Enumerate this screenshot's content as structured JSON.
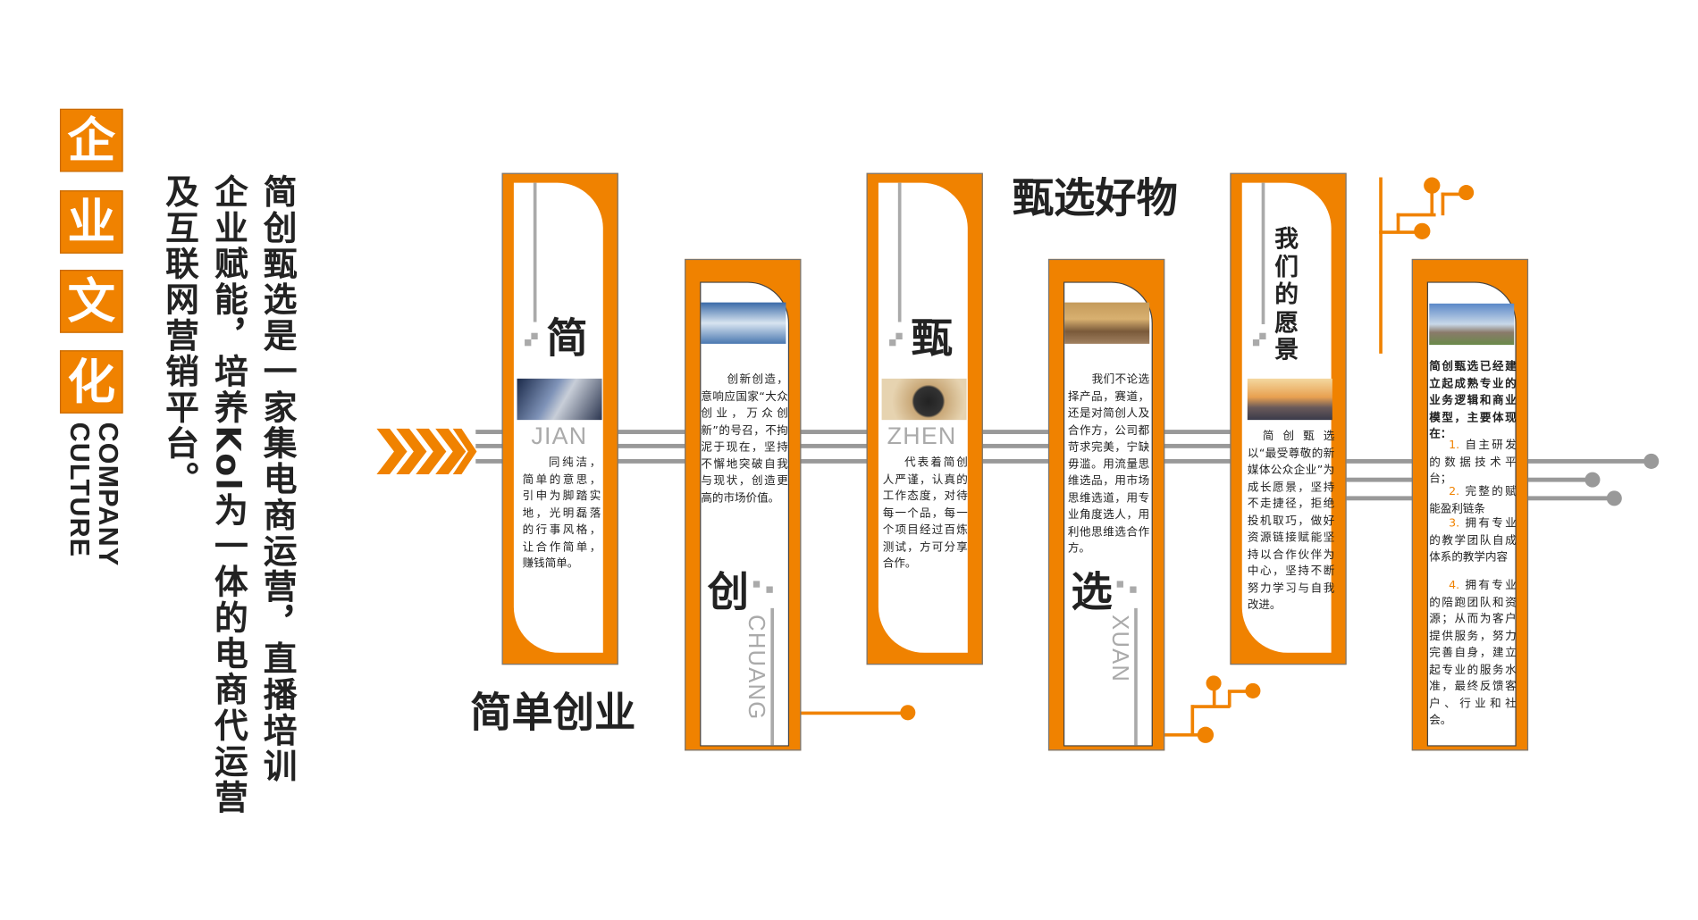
{
  "culture": {
    "chars": [
      "企",
      "业",
      "文",
      "化"
    ],
    "english": "COMPANY CULTURE"
  },
  "intro": {
    "lines": [
      "简创甄选是一家集电商运营，直播培训",
      "企业赋能，培养Kol为一体的电商代运营",
      "及互联网营销平台。"
    ]
  },
  "headings": {
    "left": "简单创业",
    "top": "甄选好物"
  },
  "cards": [
    {
      "char": "简",
      "pinyin": "JIAN",
      "text": "同纯洁，简单的意思，引申为脚踏实地，光明磊落的行事风格，让合作简单，赚钱简单。"
    },
    {
      "char": "创",
      "pinyin": "CHUANG",
      "text": "创新创造，意响应国家“大众创业，万众创新”的号召，不拘泥于现在，坚持不懈地突破自我与现状，创造更高的市场价值。"
    },
    {
      "char": "甄",
      "pinyin": "ZHEN",
      "text": "代表着简创人严谨，认真的工作态度，对待每一个品，每一个项目经过百炼测试，方可分享合作。"
    },
    {
      "char": "选",
      "pinyin": "XUAN",
      "text": "我们不论选择产品，赛道，还是对简创人及合作方，公司都苛求完美，宁缺毋滥。用流量思维选品，用市场思维选道，用专业角度选人，用利他思维选合作方。"
    },
    {
      "char": "我们的愿景",
      "text": "简创甄选以“最受尊敬的新媒体公众企业”为成长愿景，坚持不走捷径，拒绝投机取巧，做好资源链接赋能坚持以合作伙伴为中心，坚持不断努力学习与自我改进。"
    },
    {
      "intro": "简创甄选已经建立起成熟专业的业务逻辑和商业模型，主要体现在：",
      "items": [
        {
          "num": "1.",
          "text": "自主研发的数据技术平台；"
        },
        {
          "num": "2.",
          "text": "完整的赋能盈利链条"
        },
        {
          "num": "3.",
          "text": "拥有专业的教学团队自成体系的教学内容"
        },
        {
          "num": "4.",
          "text": "拥有专业的陪跑团队和资源；从而为客户提供服务，努力完善自身，建立起专业的服务水准，最终反馈客户、行业和社会。"
        }
      ]
    }
  ],
  "colors": {
    "accent": "#f08200",
    "gray": "#999999",
    "text": "#222222"
  }
}
